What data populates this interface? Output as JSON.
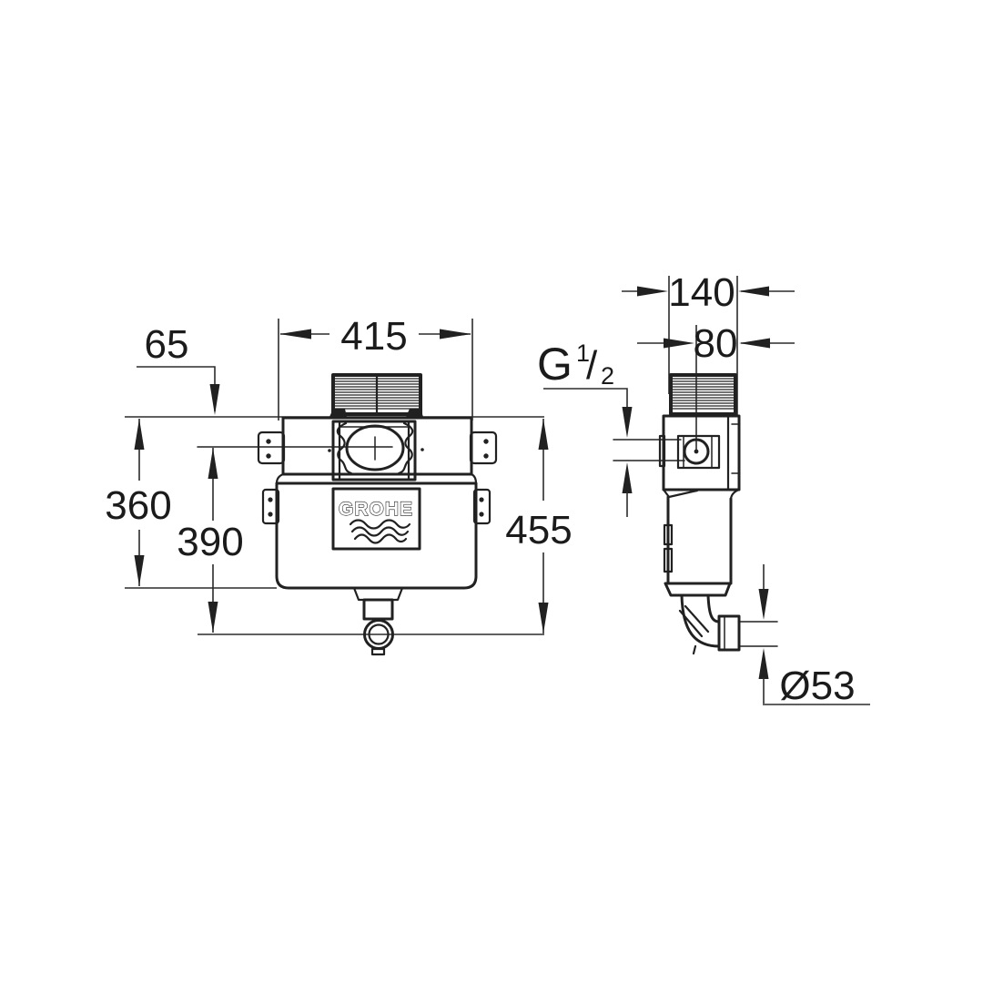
{
  "drawing": {
    "brand_logo": "GROHE",
    "front": {
      "width": "415",
      "inlet_offset": "65",
      "body_height": "360",
      "outlet_drop": "390",
      "total_height": "455"
    },
    "side": {
      "depth": "140",
      "inlet_depth": "80",
      "thread_letter": "G",
      "thread_numerator": "1",
      "thread_slash": "/",
      "thread_denominator": "2",
      "outlet_diameter": "Ø53"
    }
  }
}
